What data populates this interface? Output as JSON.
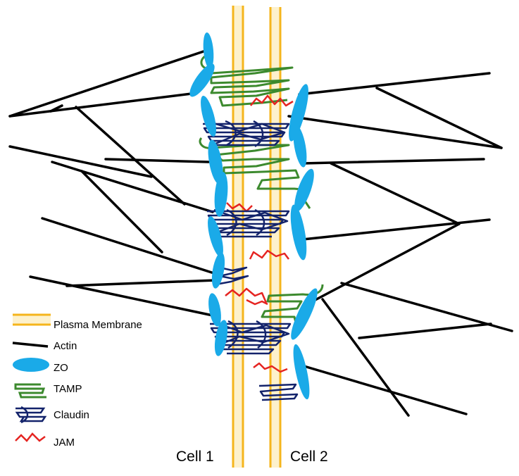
{
  "cell_labels": {
    "left": "Cell 1",
    "right": "Cell 2"
  },
  "legend": [
    {
      "key": "plasma_membrane",
      "label": "Plasma Membrane",
      "color": "#F5B51C",
      "fill": "#FDF1CC"
    },
    {
      "key": "actin",
      "label": "Actin",
      "color": "#000000"
    },
    {
      "key": "zo",
      "label": "ZO",
      "color": "#1AAAE8"
    },
    {
      "key": "tamp",
      "label": "TAMP",
      "color": "#3C8A2E"
    },
    {
      "key": "claudin",
      "label": "Claudin",
      "color": "#13236B"
    },
    {
      "key": "jam",
      "label": "JAM",
      "color": "#E52421"
    }
  ]
}
